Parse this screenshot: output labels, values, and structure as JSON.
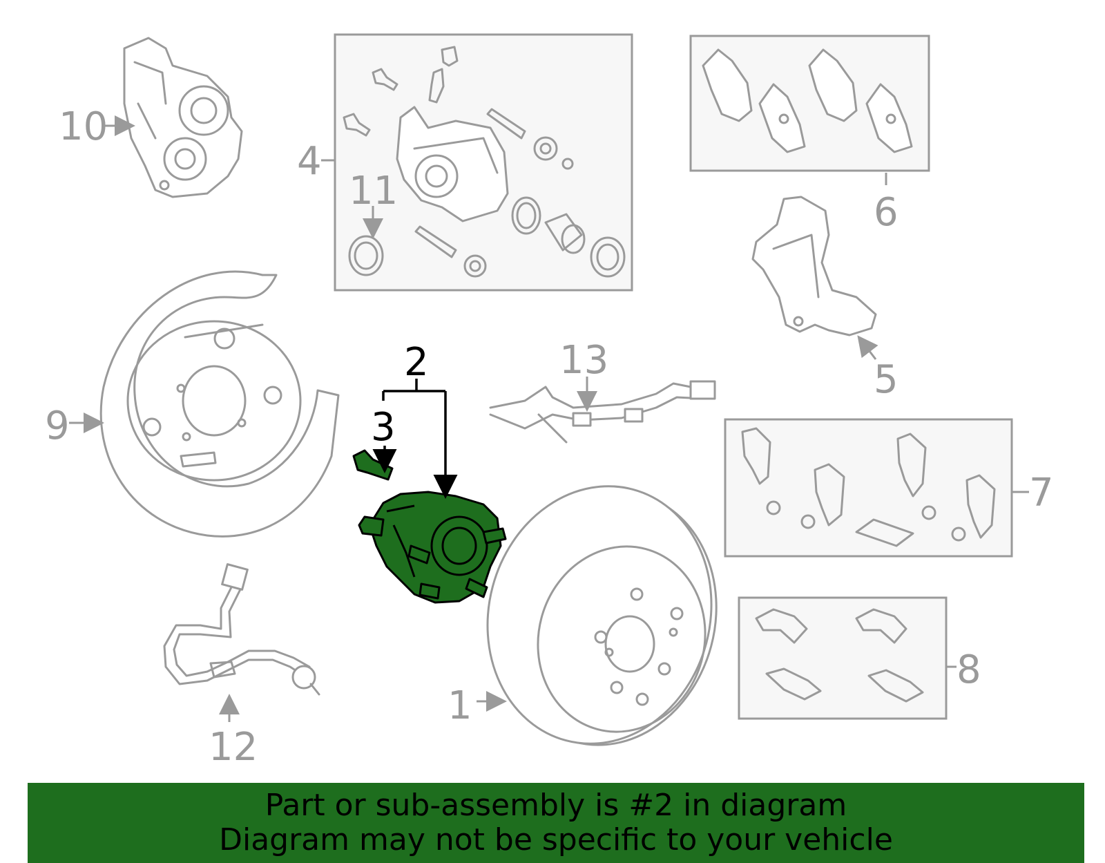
{
  "callouts": [
    {
      "id": "1",
      "label": "1"
    },
    {
      "id": "2",
      "label": "2"
    },
    {
      "id": "3",
      "label": "3"
    },
    {
      "id": "4",
      "label": "4"
    },
    {
      "id": "5",
      "label": "5"
    },
    {
      "id": "6",
      "label": "6"
    },
    {
      "id": "7",
      "label": "7"
    },
    {
      "id": "8",
      "label": "8"
    },
    {
      "id": "9",
      "label": "9"
    },
    {
      "id": "10",
      "label": "10"
    },
    {
      "id": "11",
      "label": "11"
    },
    {
      "id": "12",
      "label": "12"
    },
    {
      "id": "13",
      "label": "13"
    }
  ],
  "highlight_color": "#1e6e1e",
  "banner": {
    "line1": "Part or sub-assembly is #2 in diagram",
    "line2": "Diagram may not be specific to your vehicle"
  }
}
